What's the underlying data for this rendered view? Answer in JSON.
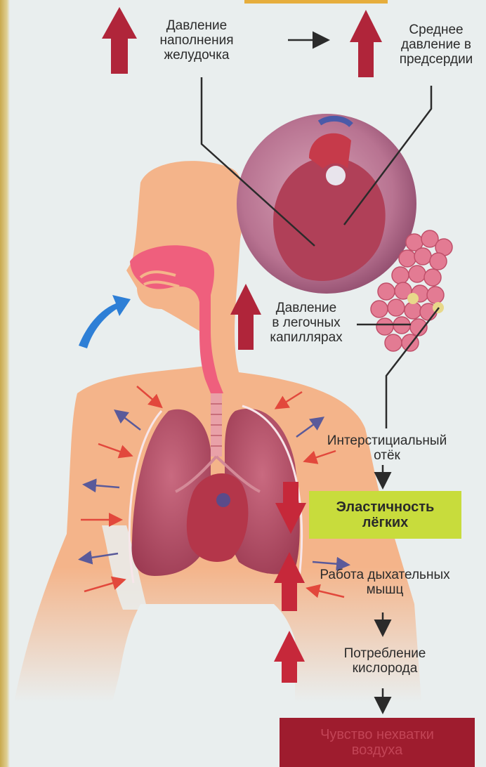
{
  "labels": {
    "ventricular_filling": "Давление\nнаполнения\nжелудочка",
    "atrial_pressure": "Среднее\nдавление в\nпредсердии",
    "capillary_pressure": "Давление\nв легочных\nкапиллярах",
    "edema": "Интерстициальный\nотёк",
    "elasticity": "Эластичность\nлёгких",
    "muscle_work": "Работа дыхательных\nмышц",
    "oxygen": "Потребление\nкислорода",
    "dyspnea": "Чувство нехватки\nвоздуха"
  },
  "colors": {
    "background": "#e9eeee",
    "body": "#f4b48a",
    "up_arrow": "#b0253a",
    "airway": "#ef5f7d",
    "lung": "#b54a63",
    "heart": "#b4364a",
    "alveoli": "#e37b93",
    "elasticity_box": "#c8dc3c",
    "dyspnea_box": "#9e1c2e",
    "inhale_arrow": "#2e7fd6",
    "red_arrow": "#e2483c",
    "blue_arrow": "#5a5a9a"
  }
}
